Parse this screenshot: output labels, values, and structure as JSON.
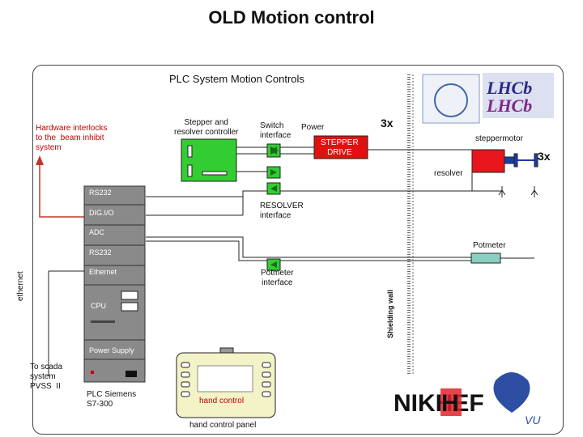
{
  "title": "OLD Motion control",
  "frame_title": "PLC System  Motion Controls",
  "labels": {
    "hw_interlocks": "Hardware interlocks\nto the  beam inhibit\nsystem",
    "stepper_controller": "Stepper and\nresolver controller",
    "switch_interface": "Switch\ninterface",
    "power": "Power",
    "stepper_drive": "STEPPER\nDRIVE",
    "stepper_motor": "steppermotor",
    "three_x_top": "3x",
    "three_x_right": "3x",
    "resolver": "resolver",
    "resolver_interface": "RESOLVER\ninterface",
    "potmeter": "Potmeter",
    "potmeter_interface": "Potmeter\ninterface",
    "ethernet_vertical": "ethernet",
    "shielding_wall": "Shielding wall",
    "to_scada": "To scada\nsystem\nPVSS  II",
    "plc_siemens": "PLC Siemens\nS7-300",
    "hand_control": "hand control",
    "hand_control_panel": "hand control panel"
  },
  "plc_modules": [
    "RS232",
    "DIG.I/O",
    "ADC",
    "RS232",
    "Ethernet",
    "CPU",
    "Power Supply"
  ],
  "logos": [
    "LHCb",
    "NIKHEF",
    "VU"
  ],
  "colors": {
    "interlock_line": "#c0392b",
    "board_green": "#33cc33",
    "drive_red": "#e0110f",
    "motor_red": "#e8161c",
    "motor_blue": "#1a3ea8",
    "plc_grey": "#8a8a8a",
    "panel_yellow": "#f4f3c8"
  }
}
